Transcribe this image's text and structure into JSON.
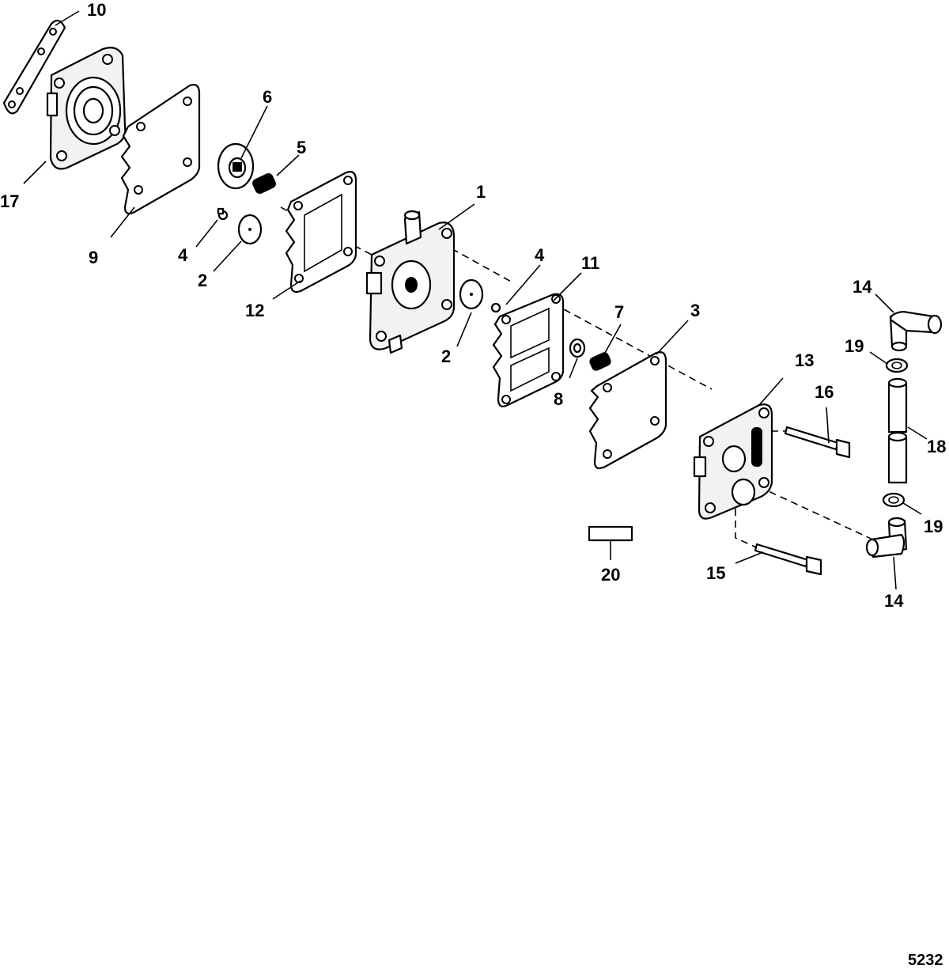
{
  "diagram": {
    "figure_number": "5232",
    "callouts": [
      {
        "id": "c1",
        "label": "1"
      },
      {
        "id": "c2a",
        "label": "2"
      },
      {
        "id": "c2b",
        "label": "2"
      },
      {
        "id": "c3",
        "label": "3"
      },
      {
        "id": "c4a",
        "label": "4"
      },
      {
        "id": "c4b",
        "label": "4"
      },
      {
        "id": "c5",
        "label": "5"
      },
      {
        "id": "c6",
        "label": "6"
      },
      {
        "id": "c7",
        "label": "7"
      },
      {
        "id": "c8",
        "label": "8"
      },
      {
        "id": "c9",
        "label": "9"
      },
      {
        "id": "c10",
        "label": "10"
      },
      {
        "id": "c11",
        "label": "11"
      },
      {
        "id": "c12",
        "label": "12"
      },
      {
        "id": "c13",
        "label": "13"
      },
      {
        "id": "c14a",
        "label": "14"
      },
      {
        "id": "c14b",
        "label": "14"
      },
      {
        "id": "c15",
        "label": "15"
      },
      {
        "id": "c16",
        "label": "16"
      },
      {
        "id": "c17",
        "label": "17"
      },
      {
        "id": "c18",
        "label": "18"
      },
      {
        "id": "c19a",
        "label": "19"
      },
      {
        "id": "c19b",
        "label": "19"
      },
      {
        "id": "c20",
        "label": "20"
      }
    ]
  }
}
